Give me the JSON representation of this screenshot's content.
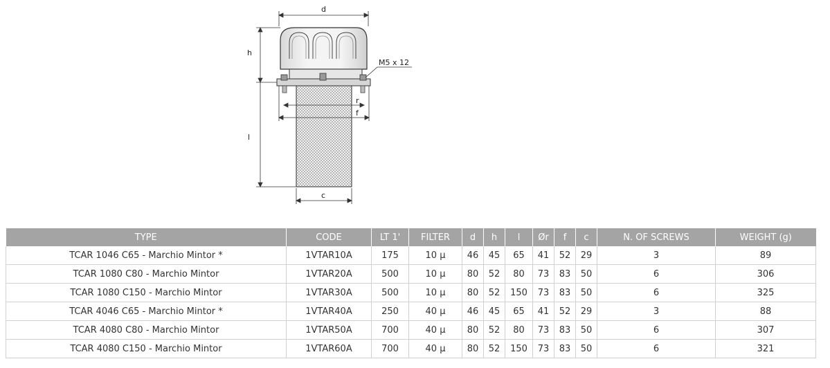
{
  "drawing": {
    "labels": {
      "d": "d",
      "h": "h",
      "l": "l",
      "c": "c",
      "r": "r",
      "f": "f",
      "screw": "M5 x 12"
    }
  },
  "table": {
    "headers": [
      "TYPE",
      "CODE",
      "LT 1'",
      "FILTER",
      "d",
      "h",
      "l",
      "Ør",
      "f",
      "c",
      "N. OF SCREWS",
      "WEIGHT (g)"
    ],
    "rows": [
      [
        "TCAR 1046 C65 - Marchio Mintor *",
        "1VTAR10A",
        "175",
        "10 µ",
        "46",
        "45",
        "65",
        "41",
        "52",
        "29",
        "3",
        "89"
      ],
      [
        "TCAR 1080 C80 - Marchio Mintor",
        "1VTAR20A",
        "500",
        "10 µ",
        "80",
        "52",
        "80",
        "73",
        "83",
        "50",
        "6",
        "306"
      ],
      [
        "TCAR 1080 C150 - Marchio Mintor",
        "1VTAR30A",
        "500",
        "10 µ",
        "80",
        "52",
        "150",
        "73",
        "83",
        "50",
        "6",
        "325"
      ],
      [
        "TCAR 4046 C65 - Marchio Mintor *",
        "1VTAR40A",
        "250",
        "40 µ",
        "46",
        "45",
        "65",
        "41",
        "52",
        "29",
        "3",
        "88"
      ],
      [
        "TCAR 4080 C80 - Marchio Mintor",
        "1VTAR50A",
        "700",
        "40 µ",
        "80",
        "52",
        "80",
        "73",
        "83",
        "50",
        "6",
        "307"
      ],
      [
        "TCAR 4080 C150 - Marchio Mintor",
        "1VTAR60A",
        "700",
        "40 µ",
        "80",
        "52",
        "150",
        "73",
        "83",
        "50",
        "6",
        "321"
      ]
    ]
  }
}
